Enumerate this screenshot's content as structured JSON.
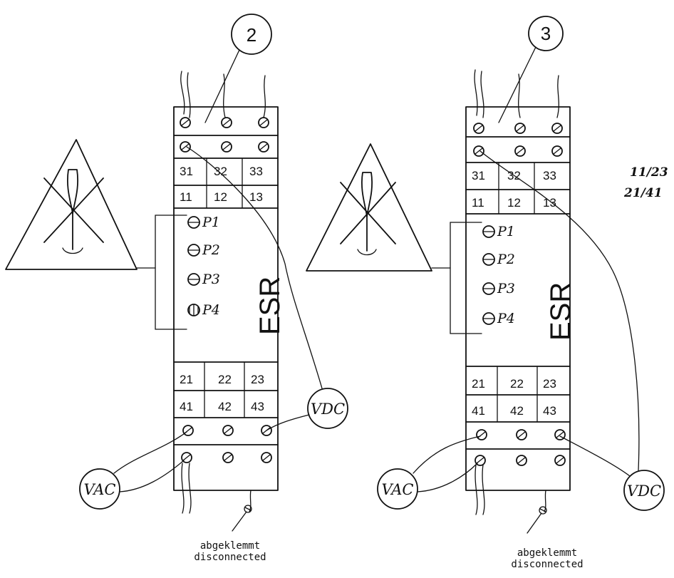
{
  "left": {
    "callout": "2",
    "top_terminals_a": [
      "31",
      "32",
      "33"
    ],
    "top_terminals_b": [
      "11",
      "12",
      "13"
    ],
    "pots": [
      "P1",
      "P2",
      "P3",
      "P4"
    ],
    "device_label": "ESR",
    "bottom_terminals_a": [
      "21",
      "22",
      "23"
    ],
    "bottom_terminals_b": [
      "41",
      "42",
      "43"
    ],
    "meter_dc": "VDC",
    "meter_ac": "VAC",
    "note_line1": "abgeklemmt",
    "note_line2": "disconnected"
  },
  "right": {
    "callout": "3",
    "top_terminals_a": [
      "31",
      "32",
      "33"
    ],
    "top_terminals_b": [
      "11",
      "12",
      "13"
    ],
    "pots": [
      "P1",
      "P2",
      "P3",
      "P4"
    ],
    "device_label": "ESR",
    "bottom_terminals_a": [
      "21",
      "22",
      "23"
    ],
    "bottom_terminals_b": [
      "41",
      "42",
      "43"
    ],
    "meter_dc": "VDC",
    "meter_ac": "VAC",
    "note_line1": "abgeklemmt",
    "note_line2": "disconnected"
  },
  "side_note": [
    "11/23",
    "21/41"
  ]
}
